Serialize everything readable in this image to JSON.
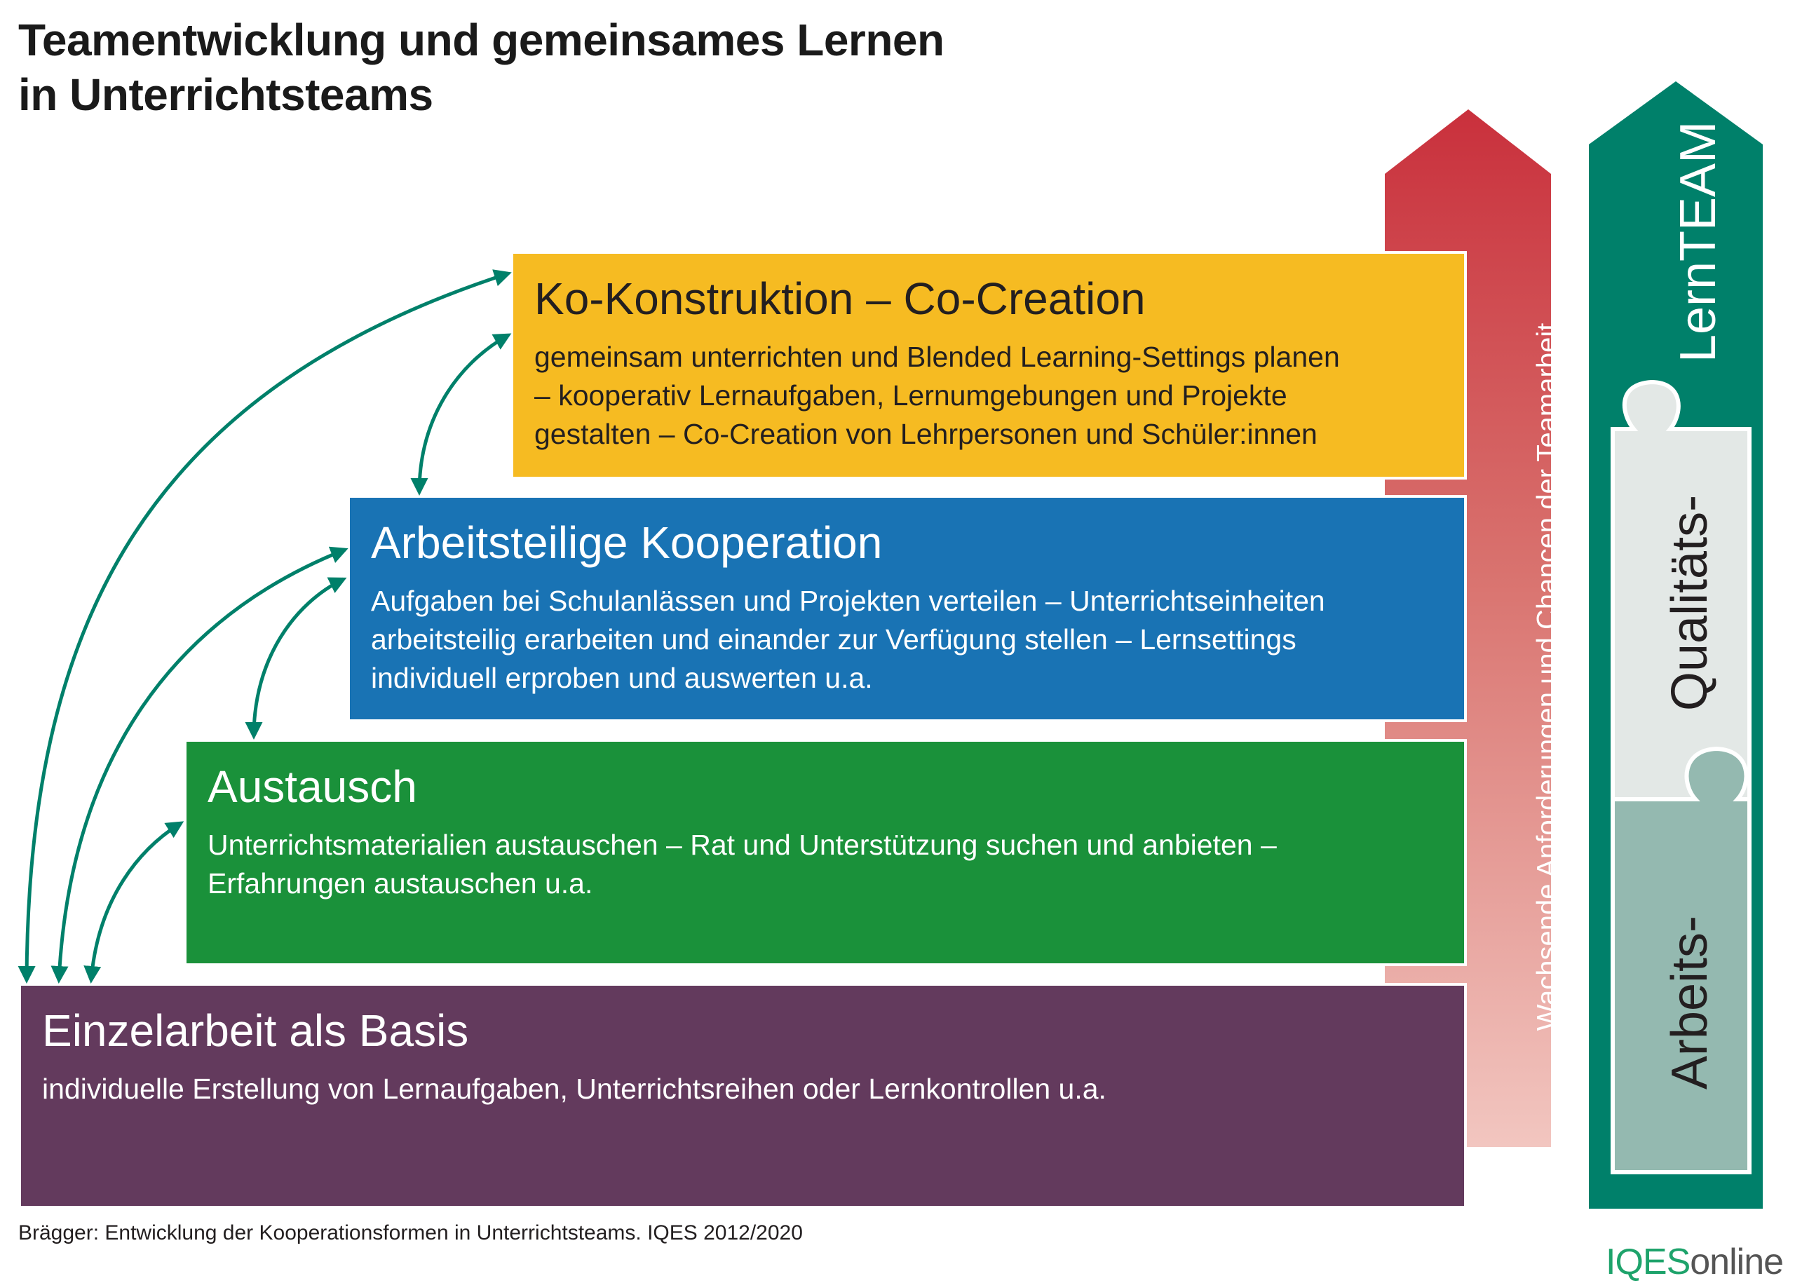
{
  "title": {
    "line1": "Teamentwicklung und gemeinsames Lernen",
    "line2": "in Unterrichtsteams"
  },
  "levels": [
    {
      "title": "Ko-Konstruktion – Co-Creation",
      "lines": [
        "gemeinsam unterrichten und Blended Learning-Settings planen",
        "– kooperativ Lernaufgaben, Lernumgebungen und Projekte",
        "gestalten – Co-Creation von Lehrpersonen und Schüler:innen"
      ],
      "color": "#f6bb22"
    },
    {
      "title": "Arbeitsteilige Kooperation",
      "lines": [
        "Aufgaben bei Schulanlässen und Projekten verteilen – Unterrichtseinheiten",
        "arbeitsteilig erarbeiten und einander zur Verfügung stellen – Lernsettings",
        "individuell erproben und auswerten u.a."
      ],
      "color": "#1973b4"
    },
    {
      "title": "Austausch",
      "lines": [
        "Unterrichtsmaterialien austauschen – Rat und Unterstützung suchen und anbieten –",
        "Erfahrungen austauschen u.a."
      ],
      "color": "#1a913a"
    },
    {
      "title": "Einzelarbeit als Basis",
      "lines": [
        "individuelle Erstellung von Lernaufgaben, Unterrichtsreihen oder Lernkontrollen u.a."
      ],
      "color": "#633a5d"
    }
  ],
  "red_arrow": {
    "label": "Wachsende Anforderungen und Chancen der Teamarbeit",
    "color": "#c9303c"
  },
  "team_arrow": {
    "label": "LernTEAM",
    "pieces": [
      "Qualitäts-",
      "Arbeits-"
    ],
    "color": "#00806a"
  },
  "source": "Brägger: Entwicklung der Kooperationsformen in Unterrichtsteams. IQES 2012/2020",
  "logo": {
    "part1": "IQES",
    "part2": "online"
  }
}
